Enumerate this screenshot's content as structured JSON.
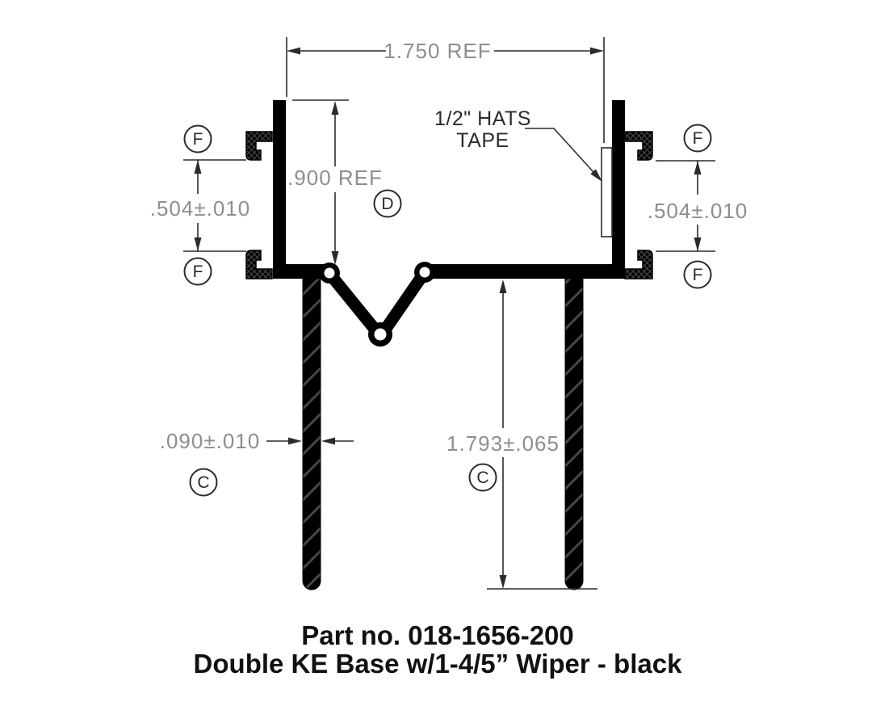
{
  "drawing": {
    "dimensions": {
      "top_width": "1.750 REF",
      "channel_height": ".900 REF",
      "left_hook_gap": ".504±.010",
      "right_hook_gap": ".504±.010",
      "leg_thickness": ".090±.010",
      "leg_length": "1.793±.065"
    },
    "labels": {
      "tape_line1": "1/2\" HATS",
      "tape_line2": "TAPE"
    },
    "balloons": {
      "f": "F",
      "d": "D",
      "c": "C"
    },
    "title": {
      "line1": "Part no. 018-1656-200",
      "line2": "Double KE Base w/1-4/5” Wiper - black"
    },
    "colors": {
      "profile": "#000000",
      "dimension_text": "#8e8e8e",
      "annotation_text": "#2b2b2b",
      "line": "#2b2b2b",
      "title_text": "#111111",
      "background": "#ffffff"
    }
  }
}
